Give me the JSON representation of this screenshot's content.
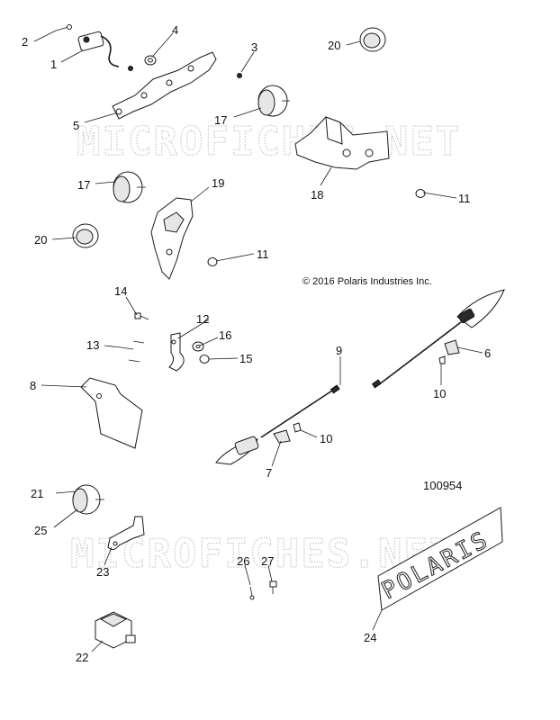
{
  "copyright": "© 2016 Polaris Industries Inc.",
  "figure_number": "100954",
  "watermark": "MICROFICHES.NET",
  "badge_text": "POLARIS",
  "callouts": {
    "c1": "1",
    "c2": "2",
    "c3": "3",
    "c4": "4",
    "c5": "5",
    "c6": "6",
    "c7": "7",
    "c8": "8",
    "c9": "9",
    "c10a": "10",
    "c10b": "10",
    "c11a": "11",
    "c11b": "11",
    "c12": "12",
    "c13": "13",
    "c14": "14",
    "c15": "15",
    "c16": "16",
    "c17a": "17",
    "c17b": "17",
    "c18": "18",
    "c19": "19",
    "c20a": "20",
    "c20b": "20",
    "c21": "21",
    "c22": "22",
    "c23": "23",
    "c24": "24",
    "c25": "25",
    "c26": "26",
    "c27": "27"
  }
}
